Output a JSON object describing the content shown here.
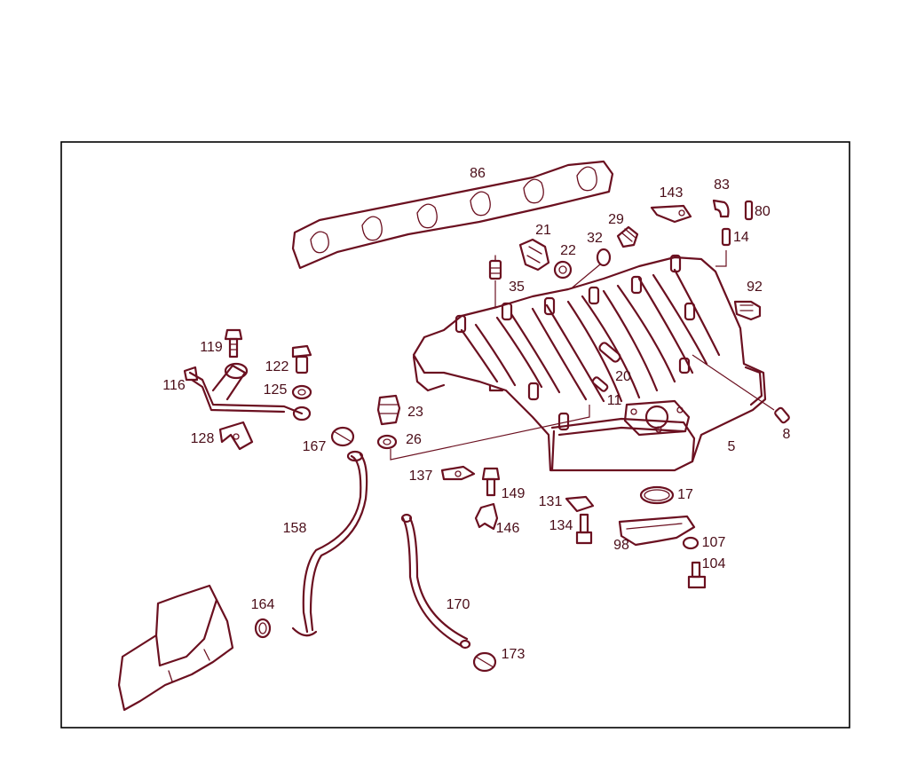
{
  "colors": {
    "line": "#6b1020",
    "label": "#4a0d18",
    "frame": "#000000",
    "background": "#ffffff"
  },
  "labels": {
    "p86": "86",
    "p143": "143",
    "p83": "83",
    "p80": "80",
    "p14": "14",
    "p21": "21",
    "p29": "29",
    "p32": "32",
    "p22": "22",
    "p35": "35",
    "p92": "92",
    "p119": "119",
    "p122": "122",
    "p116": "116",
    "p125": "125",
    "p23": "23",
    "p20": "20",
    "p11": "11",
    "p8": "8",
    "p128": "128",
    "p26": "26",
    "p167": "167",
    "p5": "5",
    "p137": "137",
    "p149": "149",
    "p17": "17",
    "p131": "131",
    "p158": "158",
    "p146": "146",
    "p134": "134",
    "p98": "98",
    "p107": "107",
    "p104": "104",
    "p164": "164",
    "p170": "170",
    "p173": "173"
  }
}
